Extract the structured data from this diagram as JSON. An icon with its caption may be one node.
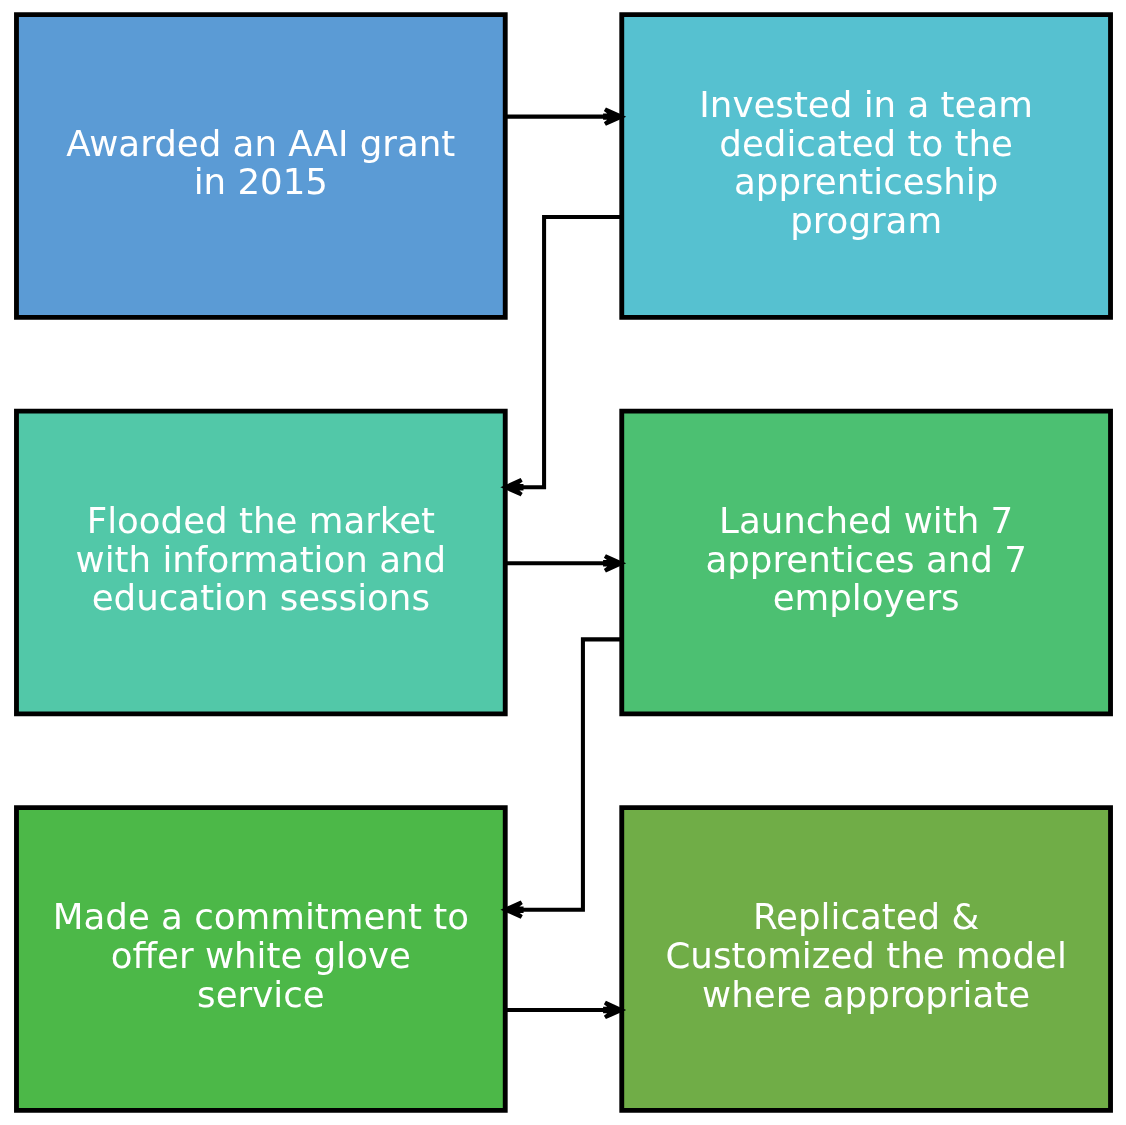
{
  "diagram": {
    "nodes": [
      {
        "text": [
          "Awarded an AAI grant in 2015"
        ]
      },
      {
        "text": [
          "Invested in a team dedicated to the apprenticeship program"
        ]
      },
      {
        "text": [
          "Flooded the market with information and education sessions"
        ]
      },
      {
        "text": [
          "Launched with 7 apprentices and 7 employers"
        ]
      },
      {
        "text": [
          "Made a commitment to offer white glove service"
        ]
      },
      {
        "text": [
          "Replicated & Customized the model where appropriate"
        ]
      }
    ],
    "edges": [
      {
        "from": 0,
        "to": 1,
        "arrow": "to"
      },
      {
        "from": 1,
        "to": 2,
        "arrow": "to"
      },
      {
        "from": 2,
        "to": 3,
        "arrow": "to"
      },
      {
        "from": 3,
        "to": 4,
        "arrow": "to"
      },
      {
        "from": 4,
        "to": 5,
        "arrow": "to"
      }
    ]
  }
}
